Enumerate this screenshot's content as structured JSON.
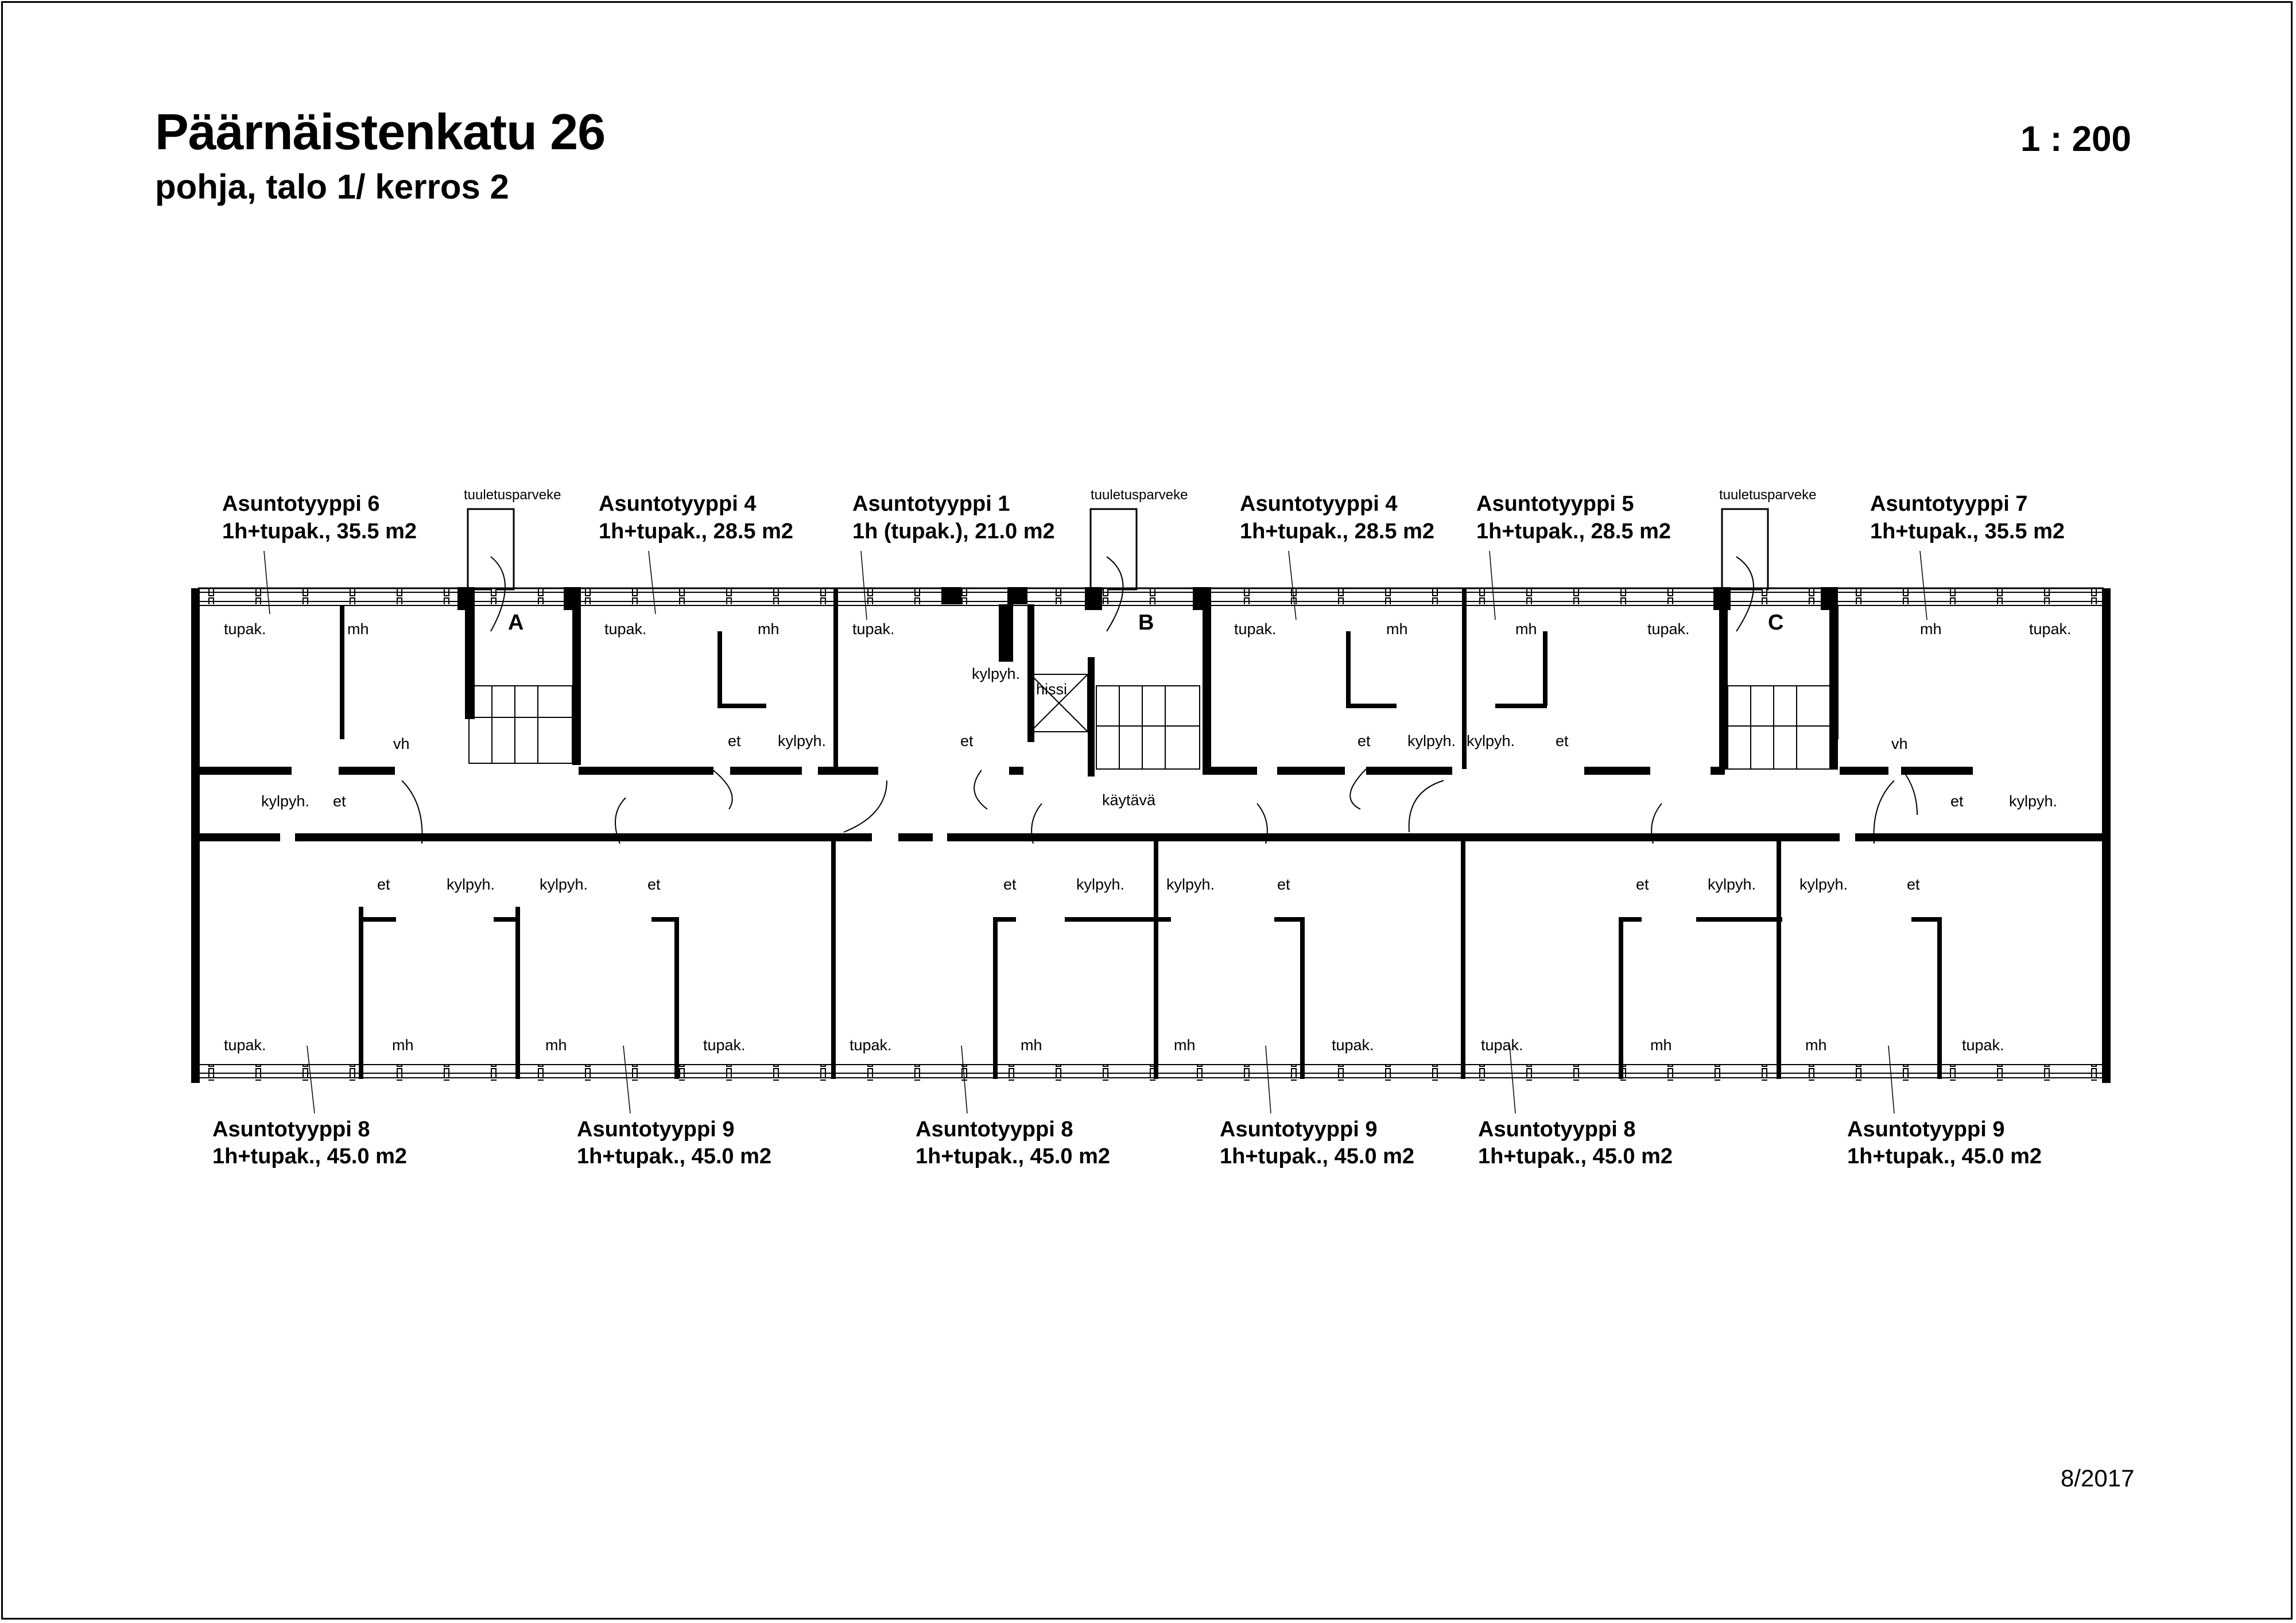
{
  "header": {
    "title": "Päärnäistenkatu 26",
    "subtitle": "pohja, talo 1/ kerros 2",
    "scale": "1 : 200"
  },
  "footer": {
    "date": "8/2017"
  },
  "balconies": [
    {
      "label": "tuuletusparveke",
      "stair": "A"
    },
    {
      "label": "tuuletusparveke",
      "stair": "B"
    },
    {
      "label": "tuuletusparveke",
      "stair": "C"
    }
  ],
  "apartments_top": [
    {
      "type": "Asuntotyyppi 6",
      "desc": "1h+tupak., 35.5 m2"
    },
    {
      "type": "Asuntotyyppi 4",
      "desc": "1h+tupak., 28.5 m2"
    },
    {
      "type": "Asuntotyyppi 1",
      "desc": "1h (tupak.), 21.0 m2"
    },
    {
      "type": "Asuntotyyppi 4",
      "desc": "1h+tupak., 28.5 m2"
    },
    {
      "type": "Asuntotyyppi 5",
      "desc": "1h+tupak., 28.5 m2"
    },
    {
      "type": "Asuntotyyppi 7",
      "desc": "1h+tupak., 35.5 m2"
    }
  ],
  "apartments_bottom": [
    {
      "type": "Asuntotyyppi 8",
      "desc": "1h+tupak., 45.0 m2"
    },
    {
      "type": "Asuntotyyppi 9",
      "desc": "1h+tupak., 45.0 m2"
    },
    {
      "type": "Asuntotyyppi 8",
      "desc": "1h+tupak., 45.0 m2"
    },
    {
      "type": "Asuntotyyppi 9",
      "desc": "1h+tupak., 45.0 m2"
    },
    {
      "type": "Asuntotyyppi 8",
      "desc": "1h+tupak., 45.0 m2"
    },
    {
      "type": "Asuntotyyppi 9",
      "desc": "1h+tupak., 45.0 m2"
    }
  ],
  "rooms": {
    "living": "tupak.",
    "bedroom": "mh",
    "bathroom": "kylpyh.",
    "hall": "et",
    "wardrobe": "vh",
    "elevator": "hissi",
    "corridor": "käytävä"
  },
  "colors": {
    "ink": "#000000",
    "paper": "#ffffff"
  }
}
